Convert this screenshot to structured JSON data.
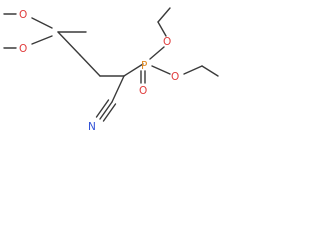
{
  "molecule": {
    "atoms": [
      {
        "id": "O1",
        "label": "O",
        "color": "#e03c3c"
      },
      {
        "id": "O2",
        "label": "O",
        "color": "#e03c3c"
      },
      {
        "id": "O3",
        "label": "O",
        "color": "#e03c3c"
      },
      {
        "id": "O4",
        "label": "O",
        "color": "#e03c3c"
      },
      {
        "id": "O5",
        "label": "O",
        "color": "#e03c3c"
      },
      {
        "id": "P",
        "label": "P",
        "color": "#e08a22"
      },
      {
        "id": "N",
        "label": "N",
        "color": "#2f4fd6"
      }
    ],
    "colors": {
      "bond": "#3a3a3a",
      "oxygen": "#e03c3c",
      "phosphorus": "#e08a22",
      "nitrogen": "#2f4fd6",
      "background": "#ffffff"
    }
  }
}
